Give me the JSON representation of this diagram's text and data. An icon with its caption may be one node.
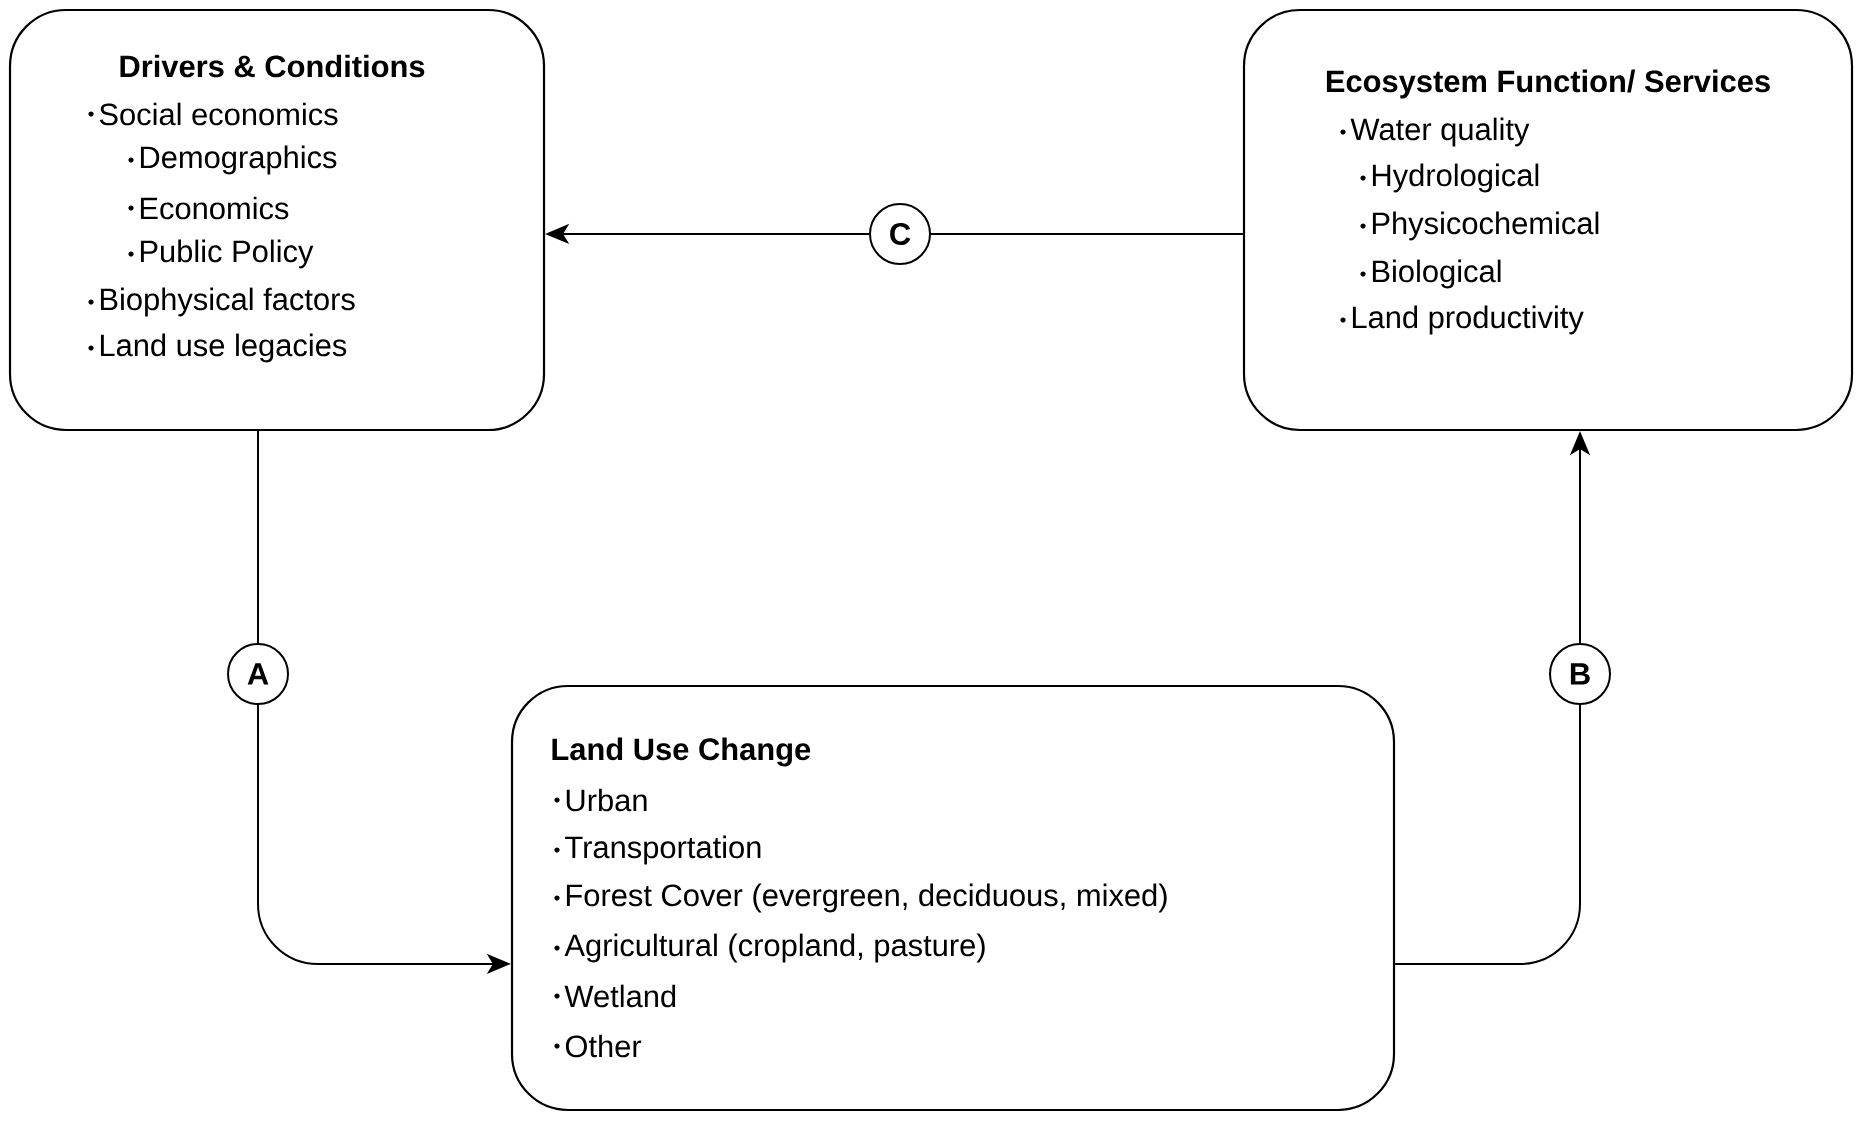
{
  "diagram": {
    "nodes": [
      {
        "text": [
          "Drivers & Conditions",
          "Social economics",
          "Demographics",
          "Economics",
          "Public Policy",
          "Biophysical factors",
          "Land use legacies"
        ]
      },
      {
        "text": [
          "Ecosystem Function/ Services",
          "Water quality",
          "Hydrological",
          "Physicochemical",
          "Biological",
          "Land productivity"
        ]
      },
      {
        "text": [
          "Land Use Change",
          "Urban",
          "Transportation",
          "Forest Cover (evergreen, deciduous, mixed)",
          "Agricultural (cropland, pasture)",
          "Wetland",
          "Other"
        ]
      }
    ],
    "edges": [
      {
        "from": 0,
        "to": 2,
        "arrow": "to",
        "label": "A"
      },
      {
        "from": 2,
        "to": 1,
        "arrow": "to",
        "label": "B"
      },
      {
        "from": 1,
        "to": 0,
        "arrow": "to",
        "label": "C"
      }
    ]
  }
}
